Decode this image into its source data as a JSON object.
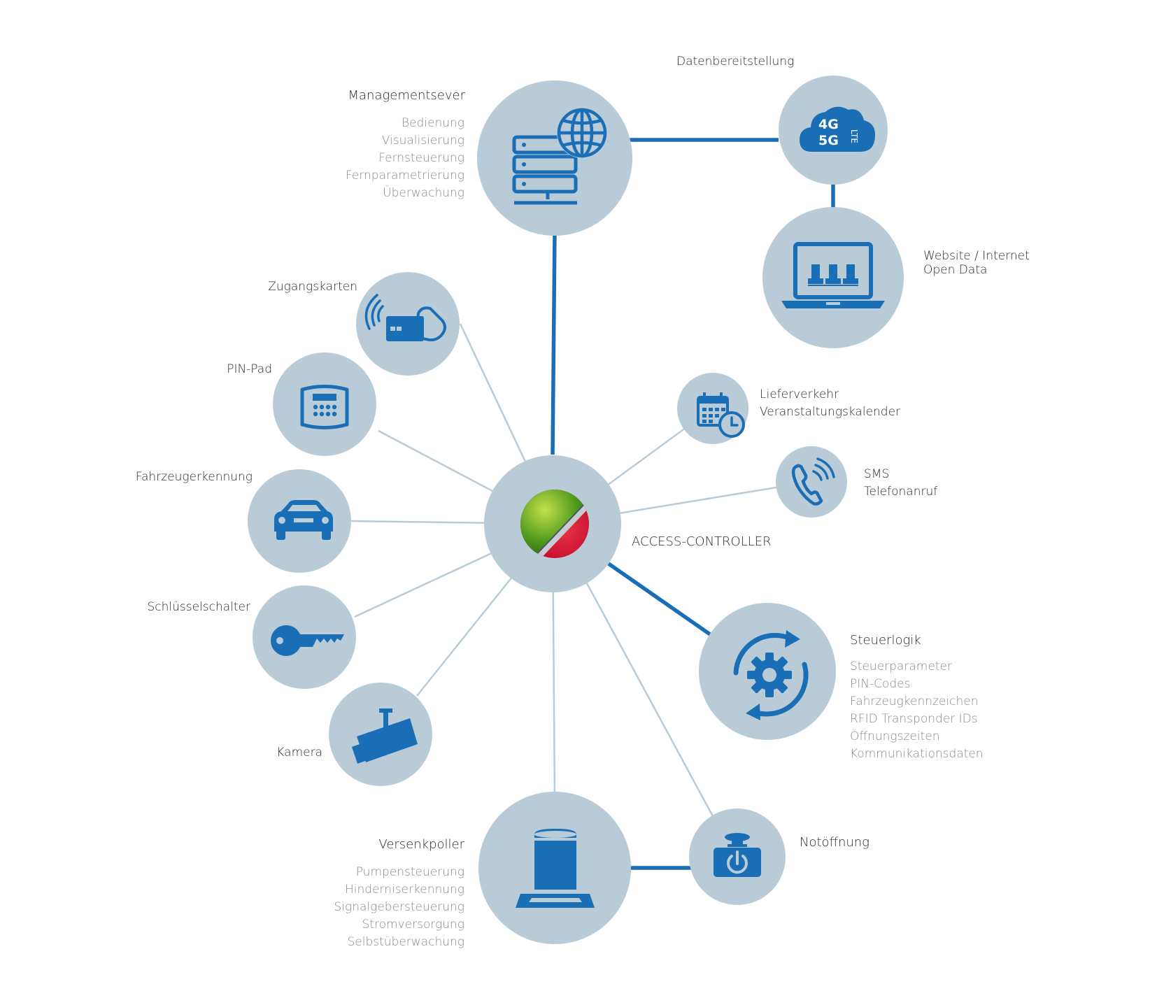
{
  "colors": {
    "circle_fill": "#b8cbd7",
    "icon_blue": "#1a6eb5",
    "thick_line": "#1a6eb5",
    "thin_line": "#b8cbd7",
    "text_dark": "#2b2b2b",
    "text_gray": "#8a8a8a",
    "logo_green": "#4f9a1e",
    "logo_red": "#c8102e"
  },
  "center": {
    "label": "ACCESS-CONTROLLER",
    "icon": "access-controller-logo"
  },
  "management": {
    "title": "Managementsever",
    "items": [
      "Bedienung",
      "Visualisierung",
      "Fernsteuerung",
      "Fernparametrierung",
      "Überwachung"
    ],
    "icon": "server-globe-icon"
  },
  "data_provision": {
    "title": "Datenbereitstellung",
    "icon": "cloud-4g-5g-lte-icon",
    "cloud_text_1": "4G",
    "cloud_text_2": "5G",
    "cloud_text_3": "LTE"
  },
  "website": {
    "line1": "Website / Internet",
    "line2": "Open Data",
    "icon": "laptop-icon"
  },
  "access_cards": {
    "title": "Zugangskarten",
    "icon": "rfid-card-icon"
  },
  "pin_pad": {
    "title": "PIN-Pad",
    "icon": "keypad-icon"
  },
  "vehicle_recognition": {
    "title": "Fahrzeugerkennung",
    "icon": "car-icon"
  },
  "key_switch": {
    "title": "Schlüsselschalter",
    "icon": "key-icon"
  },
  "camera": {
    "title": "Kamera",
    "icon": "camera-icon"
  },
  "calendar": {
    "line1": "Lieferverkehr",
    "line2": "Veranstaltungskalender",
    "icon": "calendar-clock-icon"
  },
  "phone": {
    "line1": "SMS",
    "line2": "Telefonanruf",
    "icon": "phone-icon"
  },
  "control_logic": {
    "title": "Steuerlogik",
    "items": [
      "Steuerparameter",
      "PIN-Codes",
      "Fahrzeugkennzeichen",
      "RFID Transponder IDs",
      "Öffnungszeiten",
      "Kommunikationsdaten"
    ],
    "icon": "gear-cycle-icon"
  },
  "bollard": {
    "title": "Versenkpoller",
    "items": [
      "Pumpensteuerung",
      "Hinderniserkennung",
      "Signalgebersteuerung",
      "Stromversorgung",
      "Selbstüberwachung"
    ],
    "icon": "bollard-icon"
  },
  "emergency": {
    "title": "Notöffnung",
    "icon": "emergency-button-icon"
  }
}
